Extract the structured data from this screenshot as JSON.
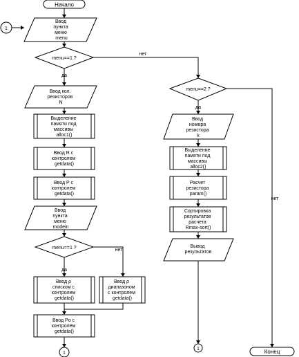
{
  "start": "Начало",
  "end": "Конец",
  "connector": "1",
  "yes": "да",
  "no": "нет",
  "input_menu": [
    "Ввод",
    "пункта",
    "меню",
    "menu"
  ],
  "cond_menu1": "menu==1 ?",
  "input_count": [
    "Ввод кол.",
    "резисторов",
    "N"
  ],
  "alloc1": [
    "Выделение",
    "памяти под",
    "массивы",
    "alloc1()"
  ],
  "input_r": [
    "Ввод R с",
    "контролем",
    "getdata()"
  ],
  "input_p": [
    "Ввод P с",
    "контролем",
    "getdata()"
  ],
  "input_mode": [
    "Ввод",
    "пункта",
    "меню",
    "modein"
  ],
  "cond_mode1": "menu==1 ?",
  "input_rho_list": [
    "Ввод ρ",
    "списком с",
    "контролем",
    "getdata()"
  ],
  "input_rho_range": [
    "Ввод ρ",
    "диапазоном",
    "с контролем",
    "getdata()"
  ],
  "input_po": [
    "Ввод Po с",
    "контролем",
    "getdata()"
  ],
  "cond_menu2": "menu==2 ?",
  "input_k": [
    "Ввод",
    "номера",
    "резистора",
    "k"
  ],
  "alloc2": [
    "Выделение",
    "памяти под",
    "массивы",
    "alloc2()"
  ],
  "calc": [
    "Расчет",
    "резистора",
    "param()"
  ],
  "sort": [
    "Сортировка",
    "результатов",
    "расчета",
    "Rmax-sort()"
  ],
  "output": [
    "Вывод",
    "результатов"
  ]
}
